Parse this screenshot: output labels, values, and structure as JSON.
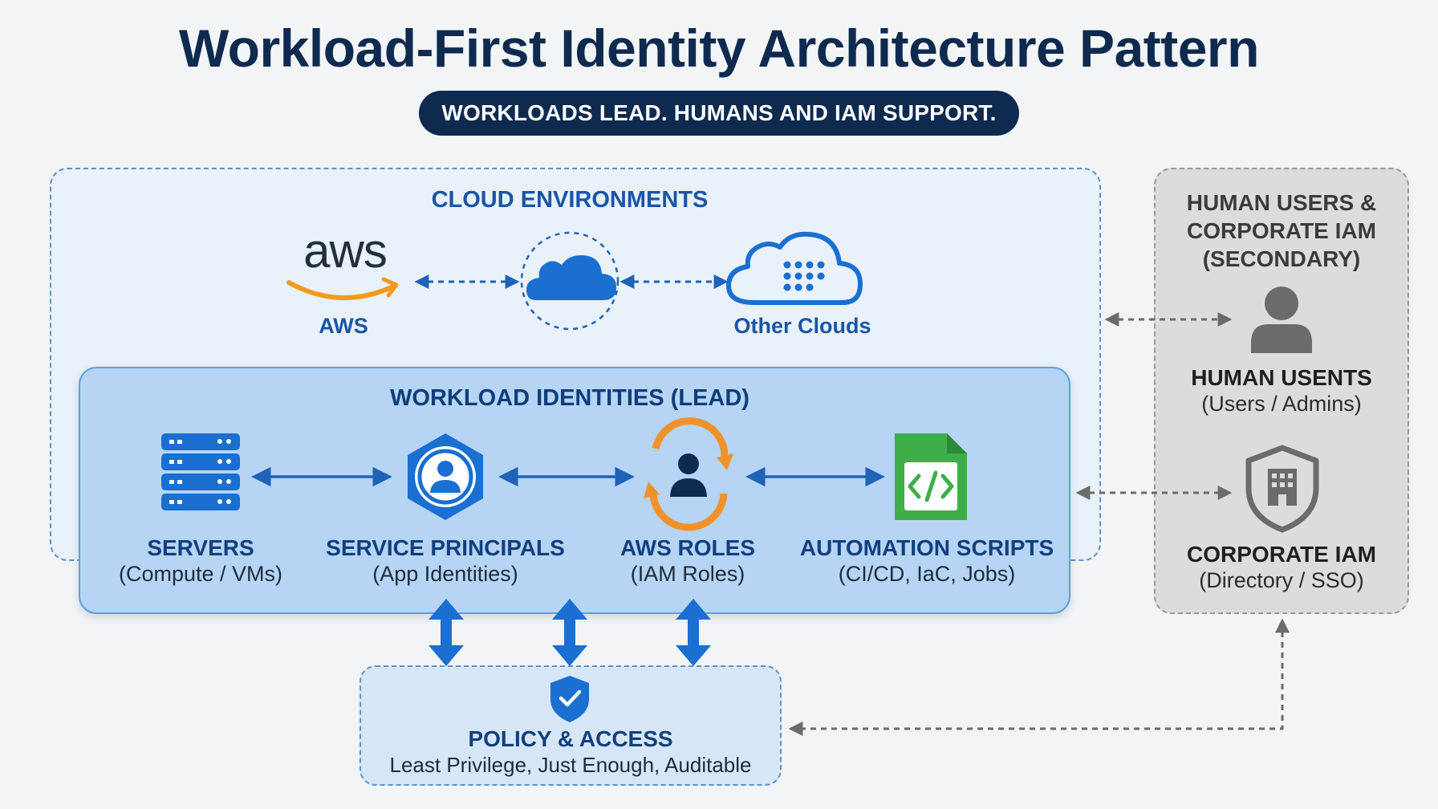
{
  "title": "Workload-First Identity Architecture Pattern",
  "subtitle": "WORKLOADS LEAD. HUMANS AND IAM SUPPORT.",
  "cloud": {
    "heading": "CLOUD ENVIRONMENTS",
    "aws_logo_text": "aws",
    "aws_label": "AWS",
    "other_label": "Other Clouds"
  },
  "workload": {
    "heading": "WORKLOAD IDENTITIES (LEAD)",
    "items": [
      {
        "title": "SERVERS",
        "subtitle": "(Compute / VMs)",
        "icon": "server-icon"
      },
      {
        "title": "SERVICE PRINCIPALS",
        "subtitle": "(App Identities)",
        "icon": "service-principal-icon"
      },
      {
        "title": "AWS ROLES",
        "subtitle": "(IAM Roles)",
        "icon": "role-icon"
      },
      {
        "title": "AUTOMATION SCRIPTS",
        "subtitle": "(CI/CD, IaC, Jobs)",
        "icon": "script-file-icon"
      }
    ]
  },
  "human": {
    "heading_lines": [
      "HUMAN USERS &",
      "CORPORATE IAM",
      "(SECONDARY)"
    ],
    "users_title": "HUMAN USENTS",
    "users_sub": "(Users / Admins)",
    "iam_title": "CORPORATE IAM",
    "iam_sub": "(Directory / SSO)"
  },
  "policy": {
    "title": "POLICY & ACCESS",
    "subtitle": "Least Privilege, Just Enough, Auditable"
  },
  "colors": {
    "navy": "#0e2a4f",
    "primary_blue": "#1a6fd1",
    "orange": "#f0922b",
    "green": "#3fae49",
    "gray": "#6b6b6b"
  }
}
